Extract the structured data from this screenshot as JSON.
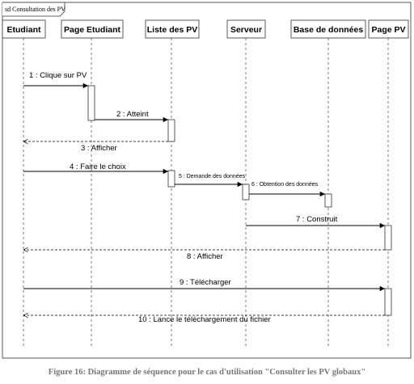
{
  "diagram": {
    "frame_label": "sd Consultation des PV",
    "lifelines": [
      {
        "id": "etudiant",
        "label": "Etudiant"
      },
      {
        "id": "page_etudiant",
        "label": "Page Etudiant"
      },
      {
        "id": "liste_pv",
        "label": "Liste des PV"
      },
      {
        "id": "serveur",
        "label": "Serveur"
      },
      {
        "id": "bdd",
        "label": "Base de données"
      },
      {
        "id": "page_pv",
        "label": "Page PV"
      }
    ],
    "messages": [
      {
        "label": "1 : Clique sur PV",
        "kind": "sync"
      },
      {
        "label": "2 : Atteint",
        "kind": "sync"
      },
      {
        "label": "3 : Afficher",
        "kind": "return"
      },
      {
        "label": "4 : Faire le choix",
        "kind": "sync"
      },
      {
        "label": "5 : Demande des données",
        "kind": "sync"
      },
      {
        "label": "6 : Obtention des données",
        "kind": "sync"
      },
      {
        "label": "7 : Construit",
        "kind": "sync"
      },
      {
        "label": "8 : Afficher",
        "kind": "return"
      },
      {
        "label": "9 : Télécharger",
        "kind": "sync"
      },
      {
        "label": "10 : Lance le téléchargement du fichier",
        "kind": "return"
      }
    ]
  },
  "caption": "Figure 16: Diagramme de séquence pour le cas d'utilisation \"Consulter les PV globaux\""
}
